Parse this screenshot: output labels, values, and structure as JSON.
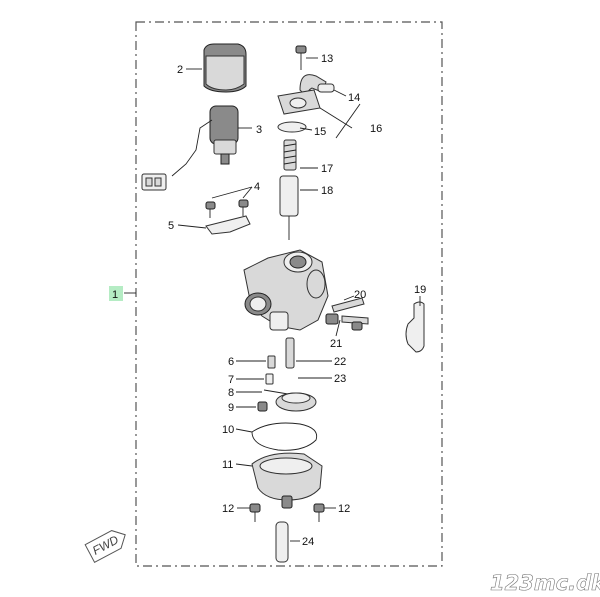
{
  "callouts": [
    {
      "id": "1",
      "number": "1"
    },
    {
      "id": "2",
      "number": "2"
    },
    {
      "id": "3",
      "number": "3"
    },
    {
      "id": "4",
      "number": "4"
    },
    {
      "id": "5",
      "number": "5"
    },
    {
      "id": "6",
      "number": "6"
    },
    {
      "id": "7",
      "number": "7"
    },
    {
      "id": "8",
      "number": "8"
    },
    {
      "id": "9",
      "number": "9"
    },
    {
      "id": "10",
      "number": "10"
    },
    {
      "id": "11",
      "number": "11"
    },
    {
      "id": "12a",
      "number": "12"
    },
    {
      "id": "12b",
      "number": "12"
    },
    {
      "id": "13",
      "number": "13"
    },
    {
      "id": "14",
      "number": "14"
    },
    {
      "id": "15",
      "number": "15"
    },
    {
      "id": "16",
      "number": "16"
    },
    {
      "id": "17",
      "number": "17"
    },
    {
      "id": "18",
      "number": "18"
    },
    {
      "id": "19",
      "number": "19"
    },
    {
      "id": "20",
      "number": "20"
    },
    {
      "id": "21",
      "number": "21"
    },
    {
      "id": "22",
      "number": "22"
    },
    {
      "id": "23",
      "number": "23"
    },
    {
      "id": "24",
      "number": "24"
    }
  ],
  "direction_marker": "FWD",
  "watermark": "123mc.dk",
  "colors": {
    "highlight": "#b5ecc4",
    "line": "#222222",
    "frame": "#555555"
  }
}
